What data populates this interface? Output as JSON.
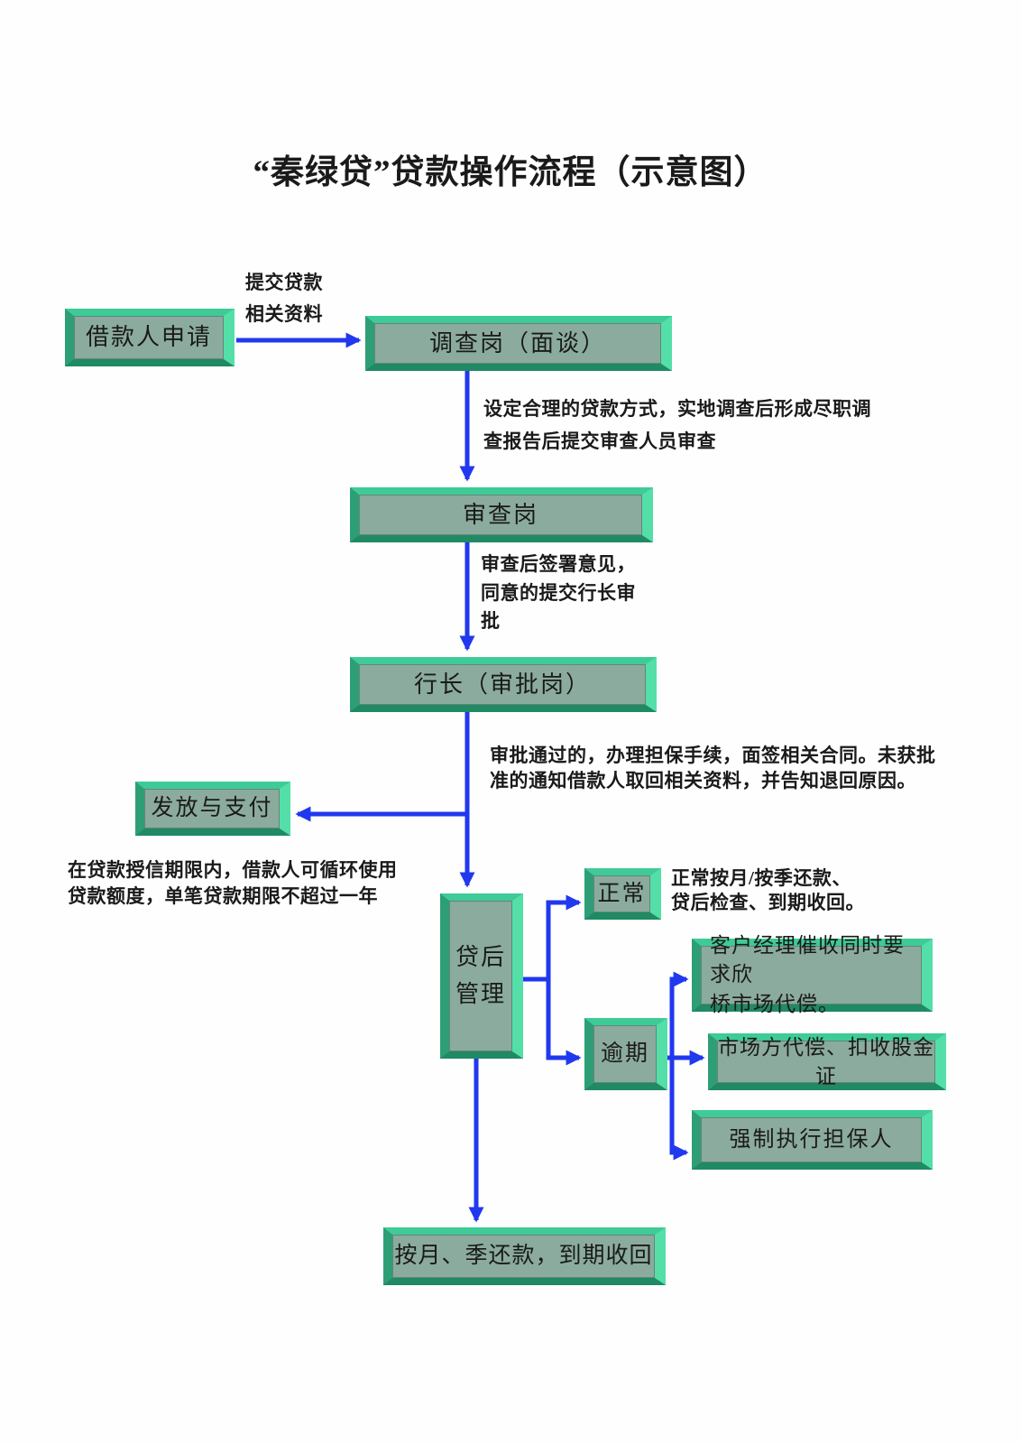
{
  "title": "“秦绿贷”贷款操作流程（示意图）",
  "colors": {
    "page-bg": "#fefefe",
    "box-fill": "#8bab9e",
    "bevel-top": "#3ecb97",
    "bevel-right": "#55dfa8",
    "bevel-bottom": "#1f8a63",
    "bevel-left": "#2e9e77",
    "arrow": "#2038ee",
    "text": "#1a1a1a"
  },
  "nodes": {
    "borrower": {
      "label": "借款人申请"
    },
    "investigation": {
      "label": "调查岗（面谈）"
    },
    "review": {
      "label": "审查岗"
    },
    "president": {
      "label": "行长（审批岗）"
    },
    "disbursement": {
      "label": "发放与支付"
    },
    "post_loan": {
      "label": "贷后\n管理"
    },
    "normal": {
      "label": "正常"
    },
    "overdue": {
      "label": "逾期"
    },
    "manager_collect": {
      "label": "客户经理催收同时要求欣\n桥市场代偿。"
    },
    "market_compensate": {
      "label": "市场方代偿、扣收股金证"
    },
    "enforce_guarantor": {
      "label": "强制执行担保人"
    },
    "repayment": {
      "label": "按月、季还款，到期收回"
    }
  },
  "annotations": {
    "submit_materials": "提交贷款\n相关资料",
    "after_investigation": "设定合理的贷款方式，实地调查后形成尽职调\n查报告后提交审查人员审查",
    "after_review": "审查后签署意见，\n同意的提交行长审\n批",
    "after_approval": "审批通过的，办理担保手续，面签相关合同。未获批\n准的通知借款人取回相关资料，并告知退回原因。",
    "credit_period": "在贷款授信期限内，借款人可循环使用\n贷款额度，单笔贷款期限不超过一年",
    "normal_repay": "正常按月/按季还款、\n贷后检查、到期收回。"
  }
}
